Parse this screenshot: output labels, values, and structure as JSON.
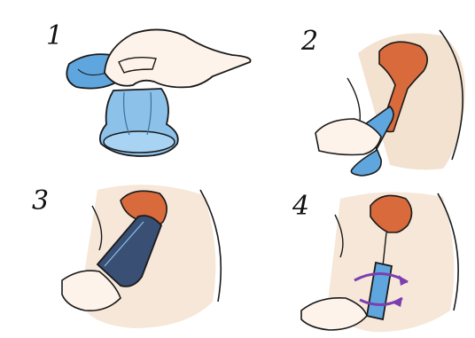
{
  "steps": [
    {
      "number": "1"
    },
    {
      "number": "2"
    },
    {
      "number": "3"
    },
    {
      "number": "4"
    }
  ],
  "colors": {
    "skin": "#f3d9c0",
    "skin_shadow": "#e6b999",
    "cervix": "#d86a3c",
    "cup_blue": "#5fa6de",
    "cup_light": "#a9d3f2",
    "cup_dark": "#3a4f74",
    "arrow_purple": "#7b3fb0",
    "line": "#1a1a1a"
  },
  "icons": [
    "menstrual-cup-icon",
    "hand-icon",
    "cervix-icon",
    "rotate-arrow-icon"
  ]
}
